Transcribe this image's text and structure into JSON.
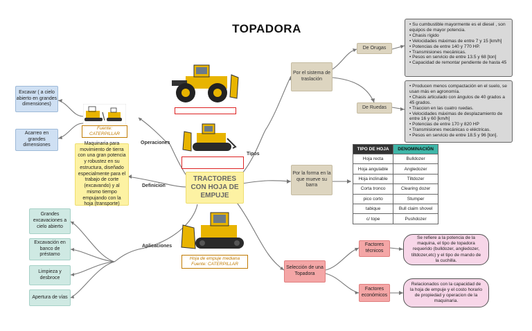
{
  "title": "TOPADORA",
  "center": "TRACTORES CON HOJA DE EMPUJE",
  "branch_labels": {
    "operaciones": "Operaciones",
    "definicion": "Definicion",
    "aplicaciones": "Aplicaciones",
    "tipos": "Tipos"
  },
  "operaciones": {
    "excavar": "Excavar ( a cielo abierto en grandes dimensiones)",
    "acarreo": "Acarreo en grandes dimensiones",
    "caption": "Fuente: CATERPILLAR"
  },
  "definicion": "Maquinaria para movimiento de tierra con una gran potencia y robustez en su estructura, diseñado especialmente para el trabajo de corte (excavando) y al mismo tiempo empujando con la hoja (transporte)",
  "aplicaciones": [
    "Grandes excavaciones a cielo abierto",
    "Excavación en banco de préstamo",
    "Limpieza y desbroce",
    "Apertura de vías"
  ],
  "bottom_caption": {
    "line1": "Hoja de empuje mediana",
    "line2": "Fuente: CATERPILLAR"
  },
  "tipos": {
    "traslacion": "Por el sistema de traslación",
    "orugas": "De Orugas",
    "ruedas": "De Ruedas",
    "hoja": "Por la forma en la que mueve su barra",
    "orugas_list": [
      "Su cumbustible mayormente es el diesel , son equipos de mayor potencia.",
      "Chasis rígido",
      "Velocidades máximas de entre 7 y 15 [km/h]",
      "Potencias de entre 140 y 770 HP.",
      "Transmisiones mecánicas.",
      "Pesos en servicio de entre 13.5 y 68 [ton]",
      "Capacidad de remontar pendiente de hasta 45"
    ],
    "ruedas_list": [
      "Producen menos compactación en el suelo, se usan más en agronomía.",
      "Chasis articulado con ángulos de 40 grados a 45 grados.",
      "Traccion en las cuatro ruedas.",
      "Velocidades máximas de desplazamiento de entre 16 y 60 [km/h]",
      "Potencias de entre 170 y 820 HP",
      "Transmisiones mecánicas o eléctricas.",
      "Pesos en servicio de entre 18.5 y 96 [ton]."
    ]
  },
  "tabla": {
    "headers": [
      "TIPO DE HOJA",
      "DENOMINACIÓN"
    ],
    "rows": [
      [
        "Hoja recta",
        "Bulldozer"
      ],
      [
        "Hoja angulable",
        "Angledozer"
      ],
      [
        "Hoja inclinable",
        "Tiltdozer"
      ],
      [
        "Corta tronco",
        "Clearing dozer"
      ],
      [
        "pico corto",
        "Stumper"
      ],
      [
        "tabique",
        "Bull claim shovel"
      ],
      [
        "c/ tope",
        "Pushdozer"
      ]
    ]
  },
  "seleccion": {
    "label": "Selección de una Topadora",
    "tecnicos": "Factores técnicos",
    "economicos": "Factores económicos",
    "tecnicos_desc": "Se refiere a la potencia de la maquina, el tipo de topadora requerido (bulldozer, angledozer, tiltdozer,etc) y el tipo de mando de la cuchilla.",
    "economicos_desc": "Relacionados con la capacidad de la hoja de empuje y el costo horario de propiedad y operacion de la maquinaria."
  },
  "colors": {
    "bulldozer_yellow": "#e8b400",
    "connector": "#777777",
    "table_header_dark": "#333333",
    "table_header_teal": "#3fb6a8"
  }
}
